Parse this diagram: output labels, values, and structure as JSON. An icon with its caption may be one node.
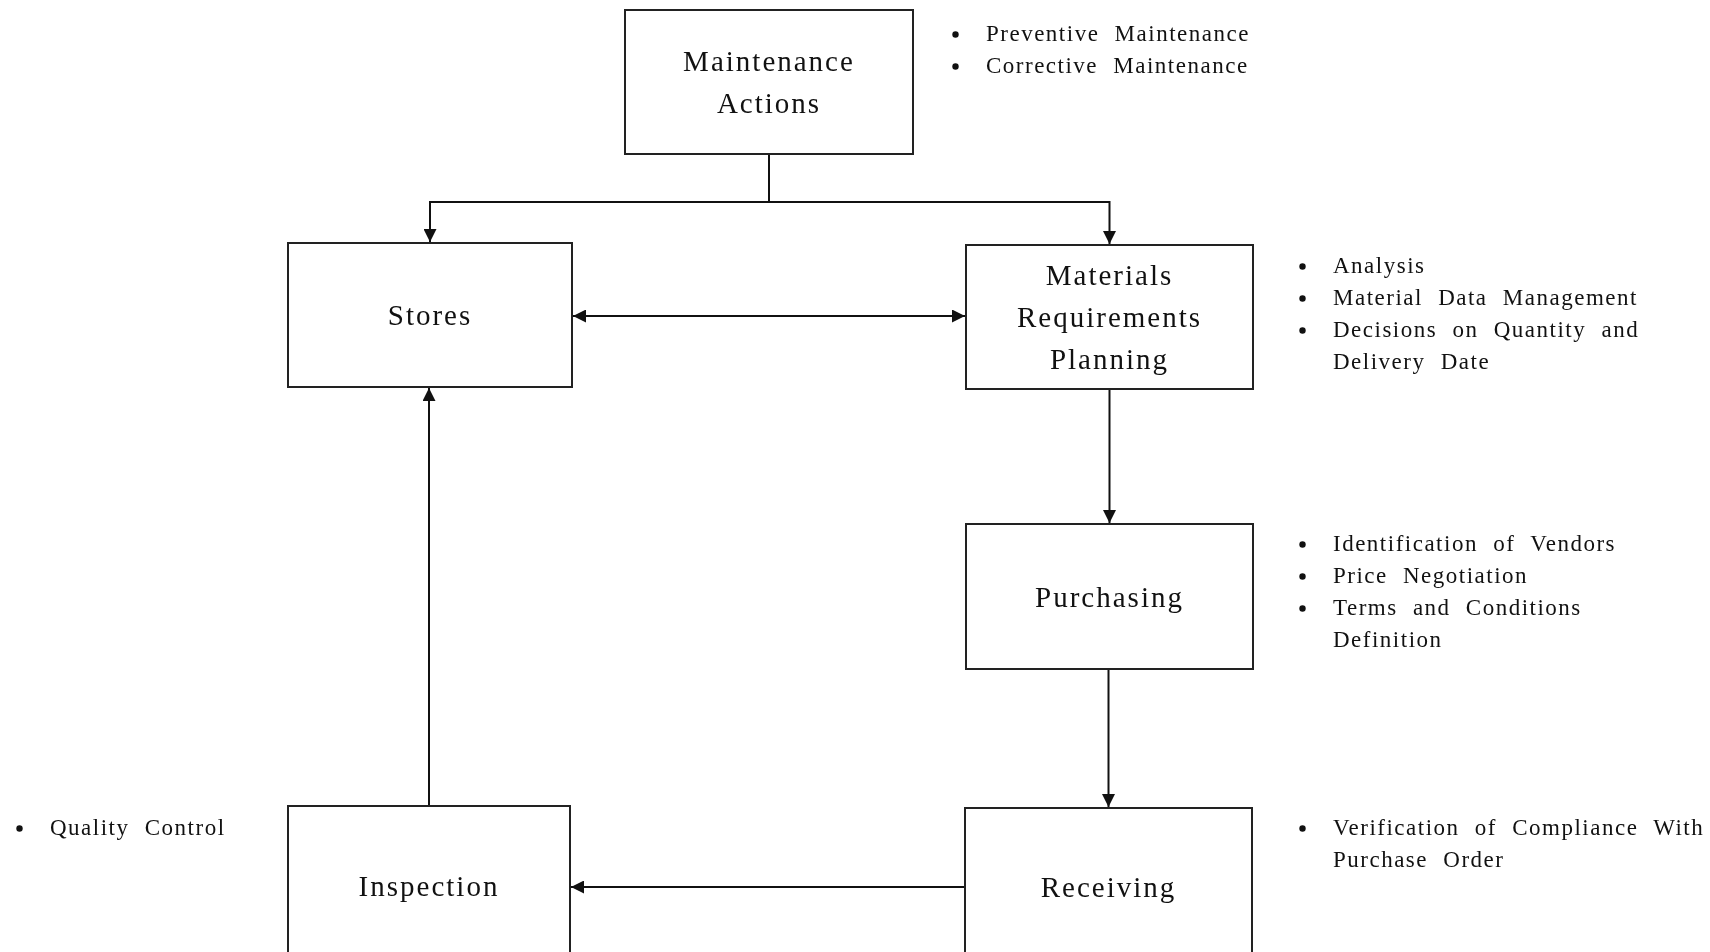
{
  "diagram": {
    "nodes": [
      {
        "text": [
          "Maintenance Actions"
        ],
        "beside": [
          "Preventive Maintenance",
          "Corrective Maintenance"
        ]
      },
      {
        "text": [
          "Stores"
        ]
      },
      {
        "text": [
          "Materials Requirements Planning"
        ],
        "beside": [
          "Analysis",
          "Material Data Management",
          "Decisions on Quantity and Delivery Date"
        ]
      },
      {
        "text": [
          "Purchasing"
        ],
        "beside": [
          "Identification of Vendors",
          "Price Negotiation",
          "Terms and Conditions Definition"
        ]
      },
      {
        "text": [
          "Receiving"
        ],
        "beside": [
          "Verification of Compliance With Purchase Order"
        ]
      },
      {
        "text": [
          "Inspection"
        ],
        "beside": [
          "Quality Control"
        ]
      }
    ],
    "edges": [
      {
        "from": 0,
        "to": 1,
        "arrow": "to"
      },
      {
        "from": 0,
        "to": 2,
        "arrow": "to"
      },
      {
        "from": 1,
        "to": 2,
        "arrow": "both"
      },
      {
        "from": 2,
        "to": 3,
        "arrow": "to"
      },
      {
        "from": 3,
        "to": 4,
        "arrow": "to"
      },
      {
        "from": 4,
        "to": 5,
        "arrow": "to"
      },
      {
        "from": 5,
        "to": 1,
        "arrow": "to"
      }
    ]
  }
}
